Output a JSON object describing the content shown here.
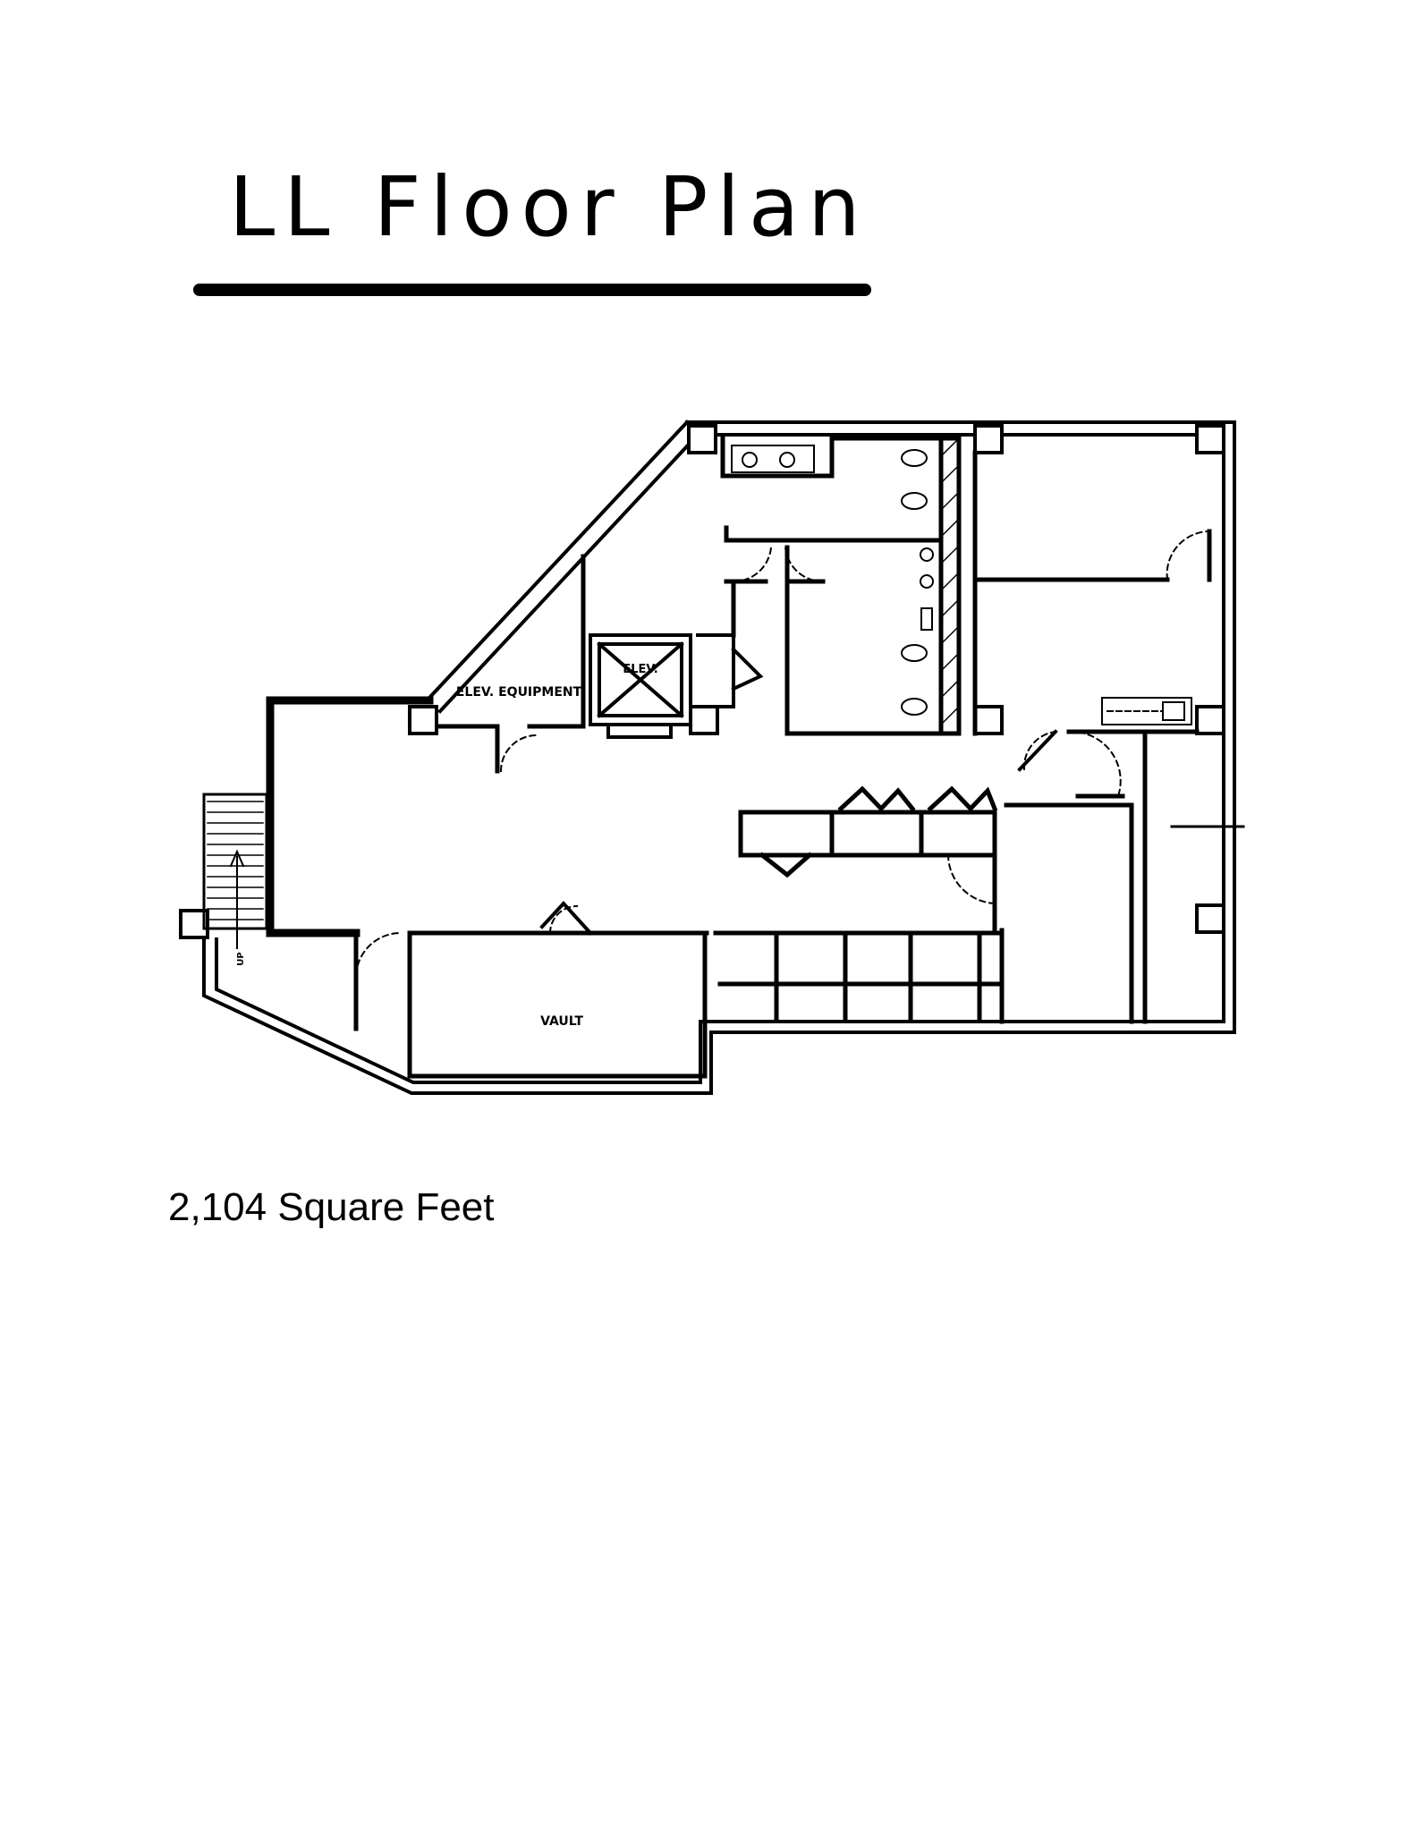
{
  "title": "LL Floor Plan",
  "area": "2,104 Square Feet",
  "labels": {
    "elevator": "ELEV.",
    "elevator_equipment": "ELEV. EQUIPMENT",
    "vault": "VAULT",
    "stair": "UP"
  }
}
